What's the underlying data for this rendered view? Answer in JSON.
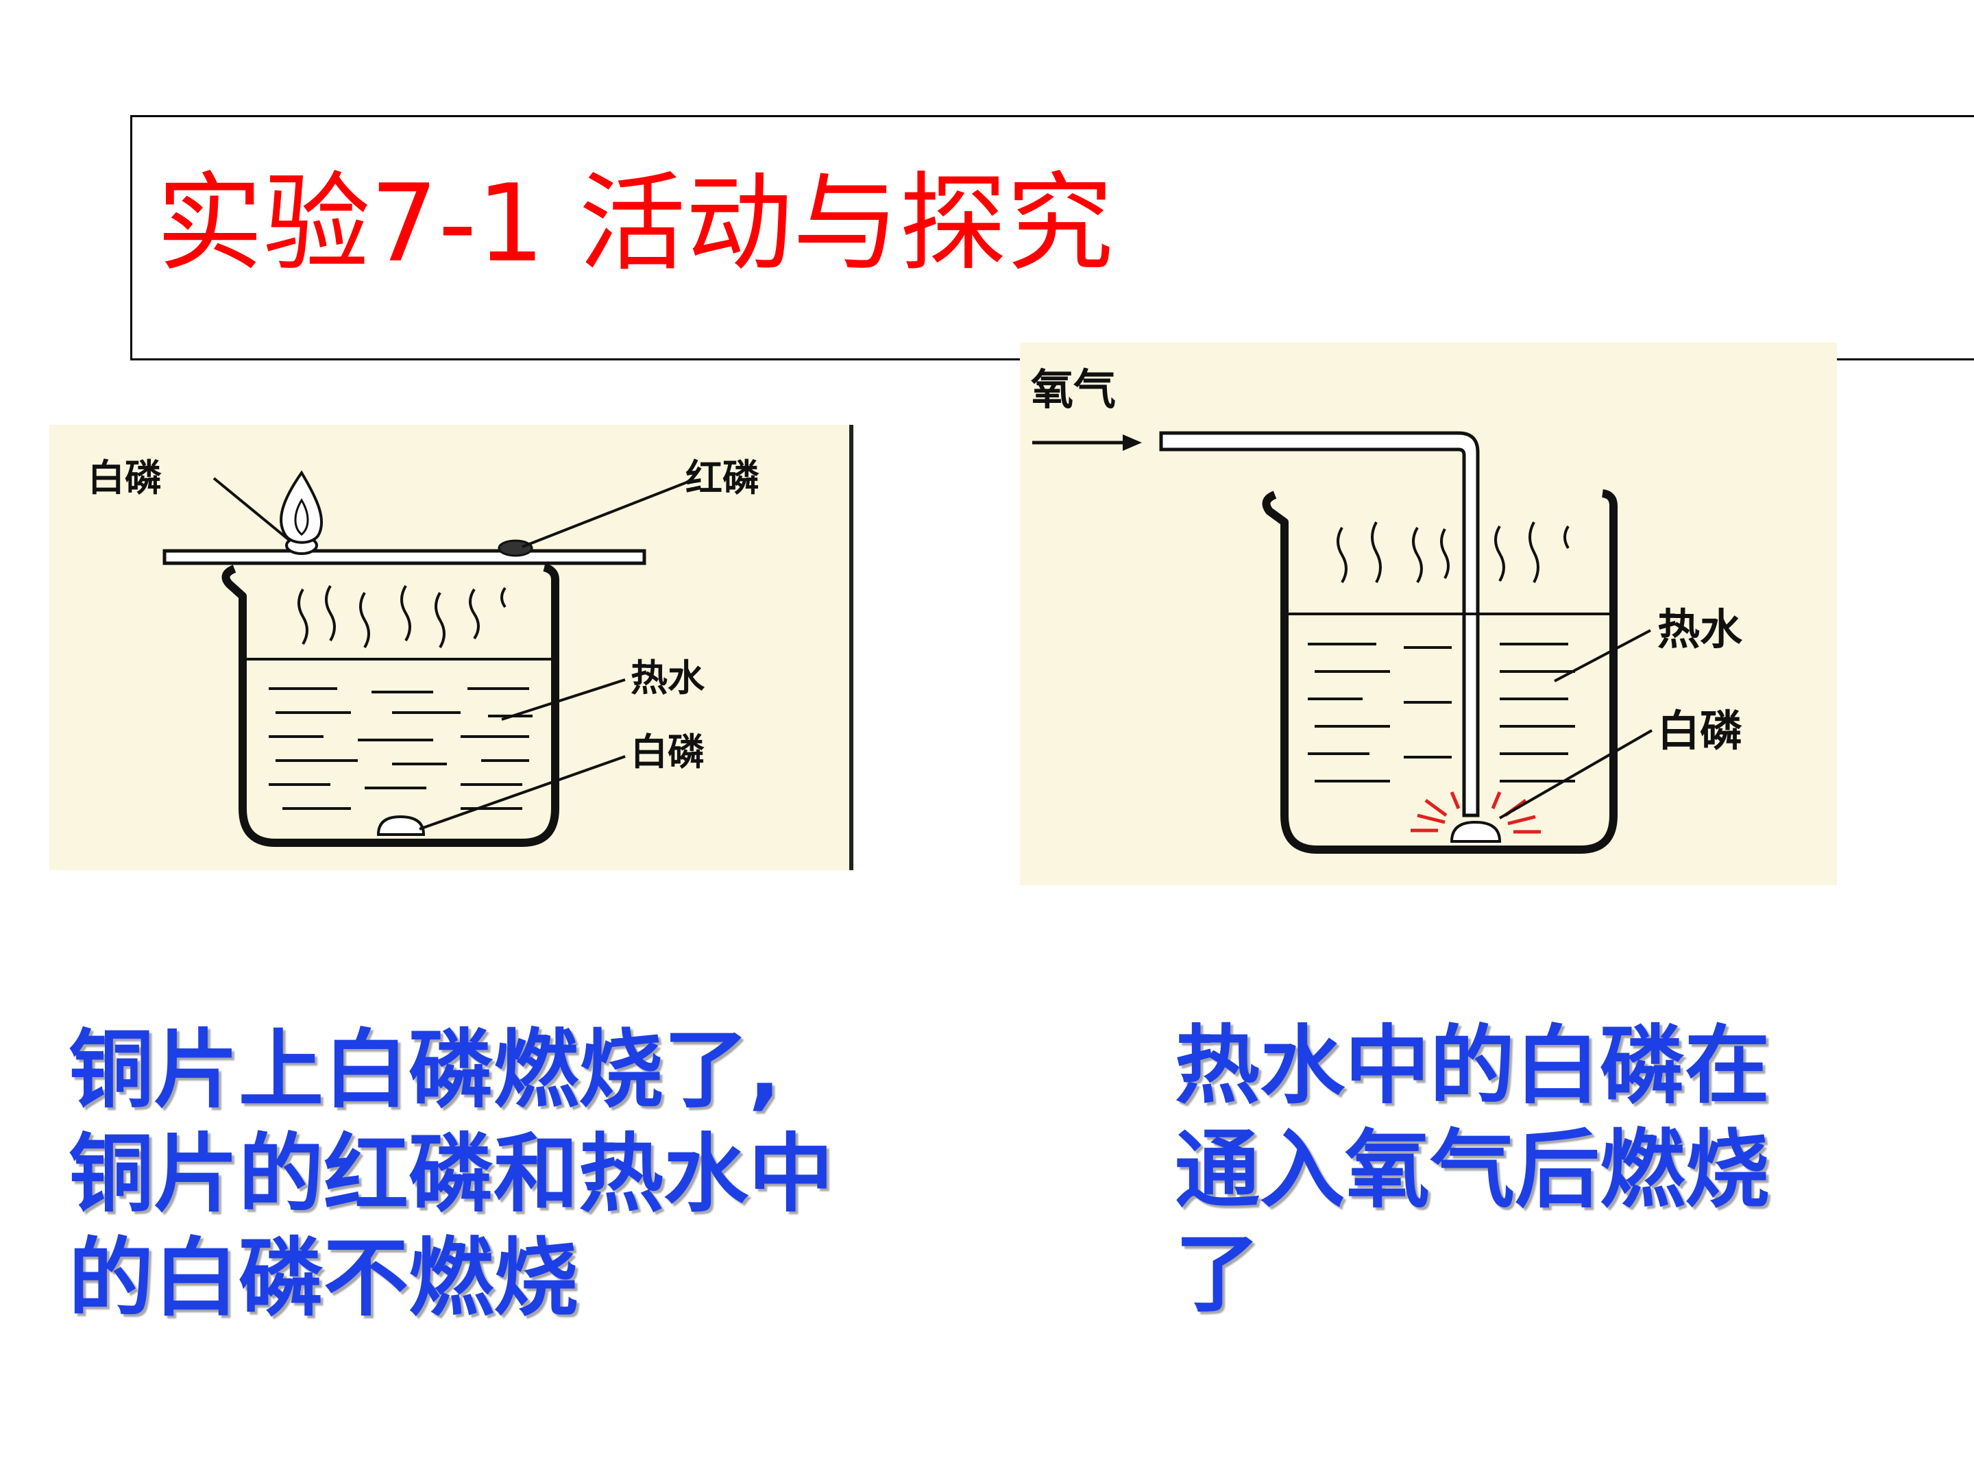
{
  "title": {
    "text": "实验7-1  活动与探究",
    "color": "#ff0000"
  },
  "left_figure": {
    "labels": {
      "white_phosphorus_top": "白磷",
      "red_phosphorus": "红磷",
      "hot_water": "热水",
      "white_phosphorus_bottom": "白磷"
    }
  },
  "right_figure": {
    "labels": {
      "oxygen": "氧气",
      "hot_water": "热水",
      "white_phosphorus": "白磷"
    }
  },
  "captions": {
    "color": "#1d3fe6",
    "left": [
      "铜片上白磷燃烧了,",
      "铜片的红磷和热水中",
      "的白磷不燃烧"
    ],
    "right": [
      "热水中的白磷在",
      "通入氧气后燃烧",
      "了"
    ]
  }
}
